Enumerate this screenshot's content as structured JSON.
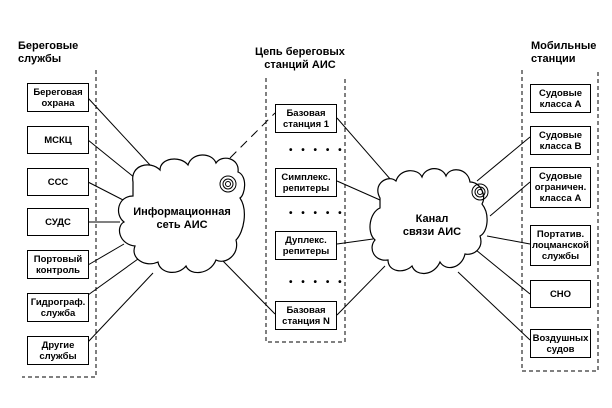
{
  "headings": {
    "shore": "Береговые\nслужбы",
    "chain": "Цепь береговых\nстанций АИС",
    "mobile": "Мобильные\nстанции"
  },
  "shore_services": [
    "Береговая\nохрана",
    "МСКЦ",
    "ССС",
    "СУДС",
    "Портовый\nконтроль",
    "Гидрограф.\nслужба",
    "Другие\nслужбы"
  ],
  "chain_stations": [
    "Базовая\nстанция 1",
    "Симплекс.\nрепитеры",
    "Дуплекс.\nрепитеры",
    "Базовая\nстанция N"
  ],
  "chain_dots": "• • • • •",
  "mobile_stations": [
    "Судовые\nкласса А",
    "Судовые\nкласса В",
    "Судовые\nограничен.\nкласса А",
    "Портатив.\nлоцманской\nслужбы",
    "СНО",
    "Воздушных\nсудов"
  ],
  "clouds": {
    "info_network": "Информационная\nсеть АИС",
    "ais_channel": "Канал\nсвязи АИС"
  },
  "icons": {
    "antenna": "antenna-icon"
  }
}
